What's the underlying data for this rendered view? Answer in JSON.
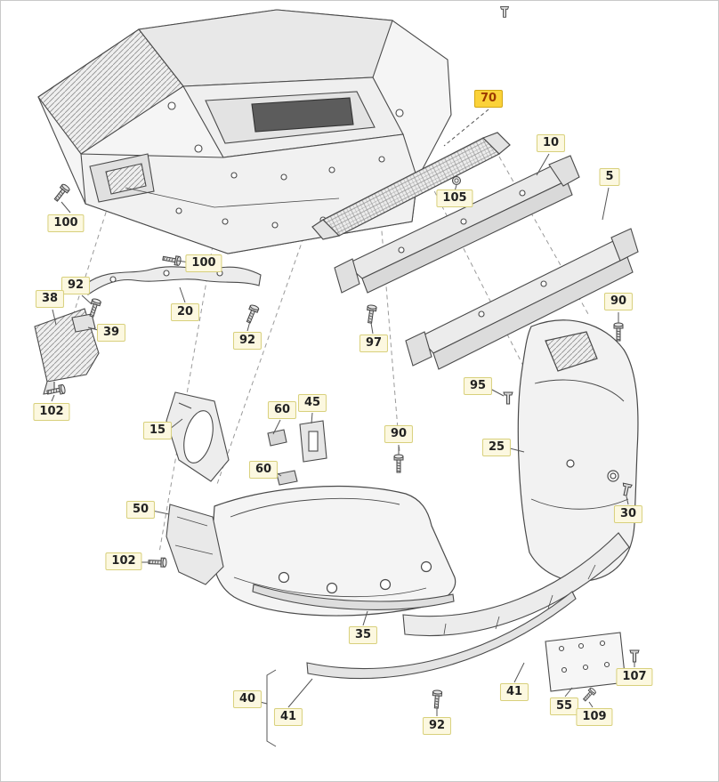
{
  "diagram": {
    "colors": {
      "background": "#ffffff",
      "line_art": "#4a4a4a",
      "label_background": "#fcf8e0",
      "label_border": "#d8d07c",
      "label_text": "#222222",
      "highlighted_label_background": "#fbd239",
      "highlighted_label_border": "#d2a612",
      "highlighted_label_text": "#9c3900"
    },
    "icons": {
      "fastener_types": [
        "bolt-icon",
        "clip-icon",
        "nut-icon"
      ]
    },
    "parts": [
      {
        "num": "70",
        "highlighted": true
      },
      {
        "num": "10",
        "highlighted": false
      },
      {
        "num": "5",
        "highlighted": false
      },
      {
        "num": "100",
        "highlighted": false
      },
      {
        "num": "105",
        "highlighted": false
      },
      {
        "num": "100",
        "highlighted": false
      },
      {
        "num": "92",
        "highlighted": false
      },
      {
        "num": "38",
        "highlighted": false
      },
      {
        "num": "20",
        "highlighted": false
      },
      {
        "num": "39",
        "highlighted": false
      },
      {
        "num": "92",
        "highlighted": false
      },
      {
        "num": "97",
        "highlighted": false
      },
      {
        "num": "90",
        "highlighted": false
      },
      {
        "num": "95",
        "highlighted": false
      },
      {
        "num": "102",
        "highlighted": false
      },
      {
        "num": "15",
        "highlighted": false
      },
      {
        "num": "60",
        "highlighted": false
      },
      {
        "num": "45",
        "highlighted": false
      },
      {
        "num": "90",
        "highlighted": false
      },
      {
        "num": "25",
        "highlighted": false
      },
      {
        "num": "60",
        "highlighted": false
      },
      {
        "num": "30",
        "highlighted": false
      },
      {
        "num": "50",
        "highlighted": false
      },
      {
        "num": "102",
        "highlighted": false
      },
      {
        "num": "35",
        "highlighted": false
      },
      {
        "num": "40",
        "highlighted": false
      },
      {
        "num": "41",
        "highlighted": false
      },
      {
        "num": "41",
        "highlighted": false
      },
      {
        "num": "55",
        "highlighted": false
      },
      {
        "num": "109",
        "highlighted": false
      },
      {
        "num": "107",
        "highlighted": false
      },
      {
        "num": "92",
        "highlighted": false
      }
    ]
  }
}
